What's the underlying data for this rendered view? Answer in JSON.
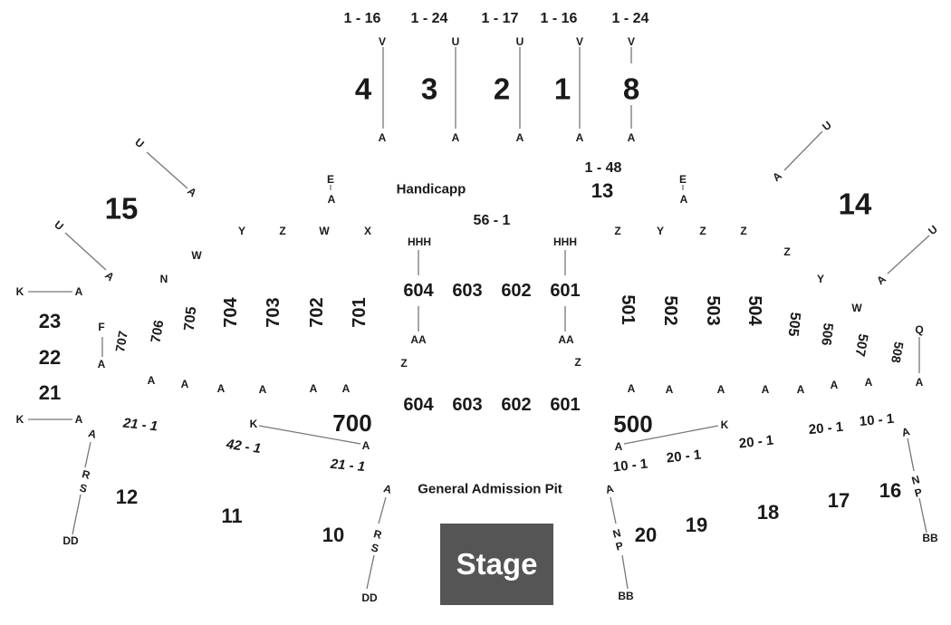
{
  "stage_label": "Stage",
  "pit_label": "General Admission Pit",
  "handicap_label": "Handicapp",
  "upper_sections": [
    {
      "section": "4",
      "seats": "1 - 16",
      "top_row": "V",
      "bottom_row": "A"
    },
    {
      "section": "3",
      "seats": "1 - 24",
      "top_row": "U",
      "bottom_row": "A"
    },
    {
      "section": "2",
      "seats": "1 - 17",
      "top_row": "U",
      "bottom_row": "A"
    },
    {
      "section": "1",
      "seats": "1 - 16",
      "top_row": "V",
      "bottom_row": "A"
    },
    {
      "section": "8",
      "seats": "1 - 24",
      "top_row": "V",
      "bottom_row": "A"
    }
  ],
  "section_13": {
    "section": "13",
    "seats": "1 - 48"
  },
  "seats_56_1": "56 - 1",
  "side_sections": {
    "s15": "15",
    "s14": "14",
    "s23": "23",
    "s22": "22",
    "s21": "21",
    "s12": "12",
    "s11": "11",
    "s10": "10",
    "s20": "20",
    "s19": "19",
    "s18": "18",
    "s17": "17",
    "s16": "16"
  },
  "floor_600_upper": [
    "604",
    "603",
    "602",
    "601"
  ],
  "floor_600_lower": [
    "604",
    "603",
    "602",
    "601"
  ],
  "floor_700": [
    "707",
    "706",
    "705",
    "704",
    "703",
    "702",
    "701"
  ],
  "floor_500": [
    "501",
    "502",
    "503",
    "504",
    "505",
    "506",
    "507",
    "508"
  ],
  "section_700": "700",
  "section_500": "500",
  "seat_ranges_left": [
    "21 - 1",
    "42 - 1",
    "21 - 1"
  ],
  "seat_ranges_right": [
    "10 - 1",
    "20 - 1",
    "20 - 1",
    "20 - 1",
    "10 - 1"
  ],
  "row_letters": {
    "a": "A",
    "e": "E",
    "k": "K",
    "u": "U",
    "w": "W",
    "x": "X",
    "y": "Y",
    "z": "Z",
    "n": "N",
    "f": "F",
    "q": "Q",
    "r": "R",
    "s": "S",
    "p": "P",
    "dd": "DD",
    "bb": "BB",
    "hhh": "HHH",
    "aa": "AA"
  },
  "colors": {
    "stage_fill": "#555555",
    "line": "#777777",
    "text": "#1a1a1a"
  }
}
